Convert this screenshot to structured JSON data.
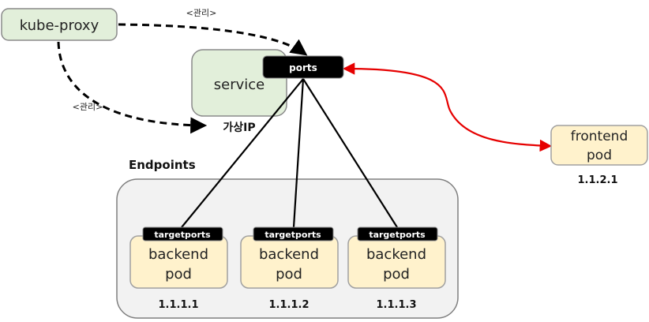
{
  "kube_proxy": {
    "label": "kube-proxy"
  },
  "edges": {
    "manage_label_top": "<관리>",
    "manage_label_left": "<관리>"
  },
  "service": {
    "label": "service",
    "ports_label": "ports",
    "virtual_ip_label": "가상IP"
  },
  "endpoints": {
    "title": "Endpoints",
    "pods": [
      {
        "targetports_label": "targetports",
        "line1": "backend",
        "line2": "pod",
        "ip": "1.1.1.1"
      },
      {
        "targetports_label": "targetports",
        "line1": "backend",
        "line2": "pod",
        "ip": "1.1.1.2"
      },
      {
        "targetports_label": "targetports",
        "line1": "backend",
        "line2": "pod",
        "ip": "1.1.1.3"
      }
    ]
  },
  "frontend": {
    "line1": "frontend",
    "line2": "pod",
    "ip": "1.1.2.1"
  },
  "colors": {
    "green_fill": "#e2efda",
    "green_stroke": "#8a8a8a",
    "pod_fill": "#fff2cc",
    "endpoints_fill": "#f2f2f2",
    "tag_fill": "#000000",
    "red_link": "#e60000",
    "line": "#000000"
  }
}
